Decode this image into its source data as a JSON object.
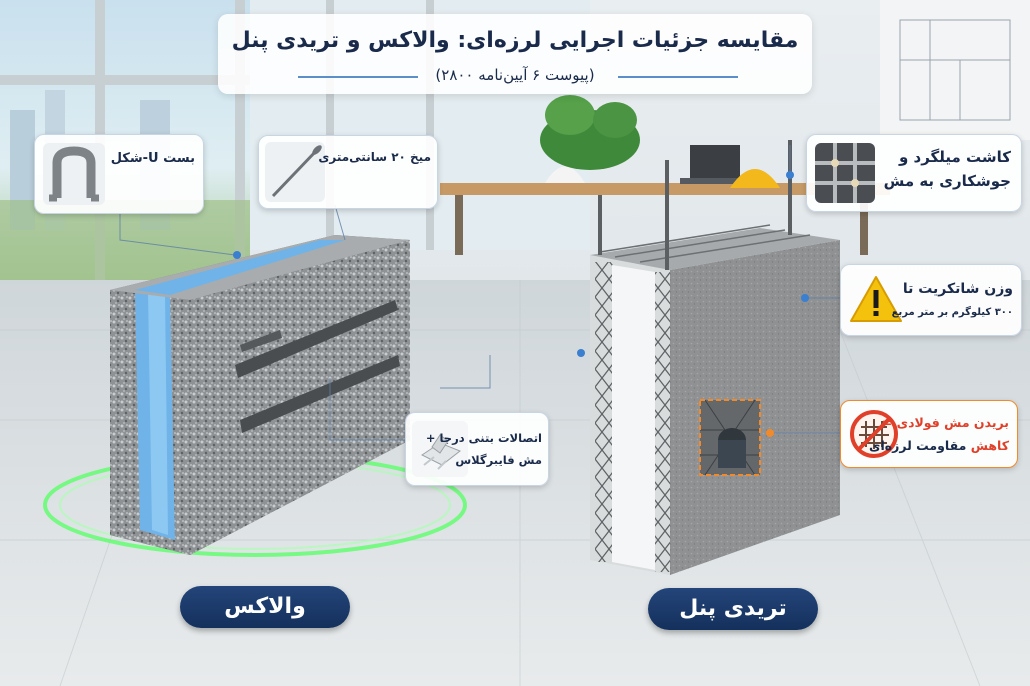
{
  "header": {
    "title": "مقایسه جزئیات اجرایی لرزه‌ای: والاکس و تریدی پنل",
    "subtitle": "(پیوست ۶ آیین‌نامه ۲۸۰۰)"
  },
  "callouts": {
    "u_clip": "بست U-شکل",
    "nail": "میخ ۲۰ سانتی‌متری",
    "rebar_line1": "کاشت میلگرد و",
    "rebar_line2": "جوشکاری به مش",
    "shotcrete_line1": "وزن شاتکریت تا",
    "shotcrete_line2": "۳۰۰ کیلوگرم بر متر مربع",
    "joints_line1": "اتصالات بتنی درجا +",
    "joints_line2": "مش فایبرگلاس",
    "cut_mesh_line1": "بریدن مش فولادی =",
    "cut_mesh_line2_a": "کاهش",
    "cut_mesh_line2_b": "مقاومت لرزه‌ای"
  },
  "labels": {
    "left_product": "والاکس",
    "right_product": "تریدی پنل"
  },
  "colors": {
    "navy": "#1a2a4a",
    "accent_blue": "#3a7fd0",
    "warning_orange": "#f08a2a",
    "warning_red": "#e0402a",
    "glow_green": "#5cff6a"
  },
  "icons": {
    "u_clip": "u-clip-icon",
    "nail": "nail-icon",
    "rebar": "rebar-mesh-icon",
    "warning": "warning-icon",
    "joints": "joint-connector-icon",
    "prohibited_mesh": "prohibited-mesh-icon"
  }
}
